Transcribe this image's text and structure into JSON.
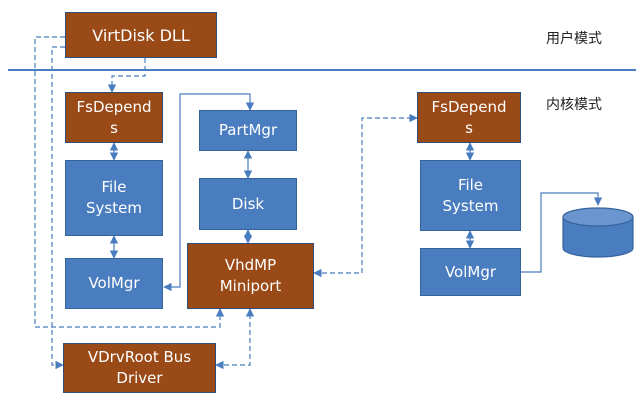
{
  "zones": {
    "user_mode": "用户模式",
    "kernel_mode": "内核模式"
  },
  "boxes": {
    "virtdisk_dll": "VirtDisk DLL",
    "fsdepends_left": "FsDepend\ns",
    "file_system_left": "File\nSystem",
    "volmgr_left": "VolMgr",
    "partmgr": "PartMgr",
    "disk": "Disk",
    "vhdmp_miniport": "VhdMP\nMiniport",
    "vdrvroot_bus_driver": "VDrvRoot Bus\nDriver",
    "fsdepends_right": "FsDepend\ns",
    "file_system_right": "File\nSystem",
    "volmgr_right": "VolMgr"
  },
  "colors": {
    "driver_box": "#4a7dbf",
    "virtual_disk_box": "#9a4a17",
    "connector": "#4a7dbf",
    "divider": "#4a7dbf",
    "storage_cylinder": "#4a7dbf"
  },
  "icons": {
    "storage": "disk-cylinder-icon"
  }
}
